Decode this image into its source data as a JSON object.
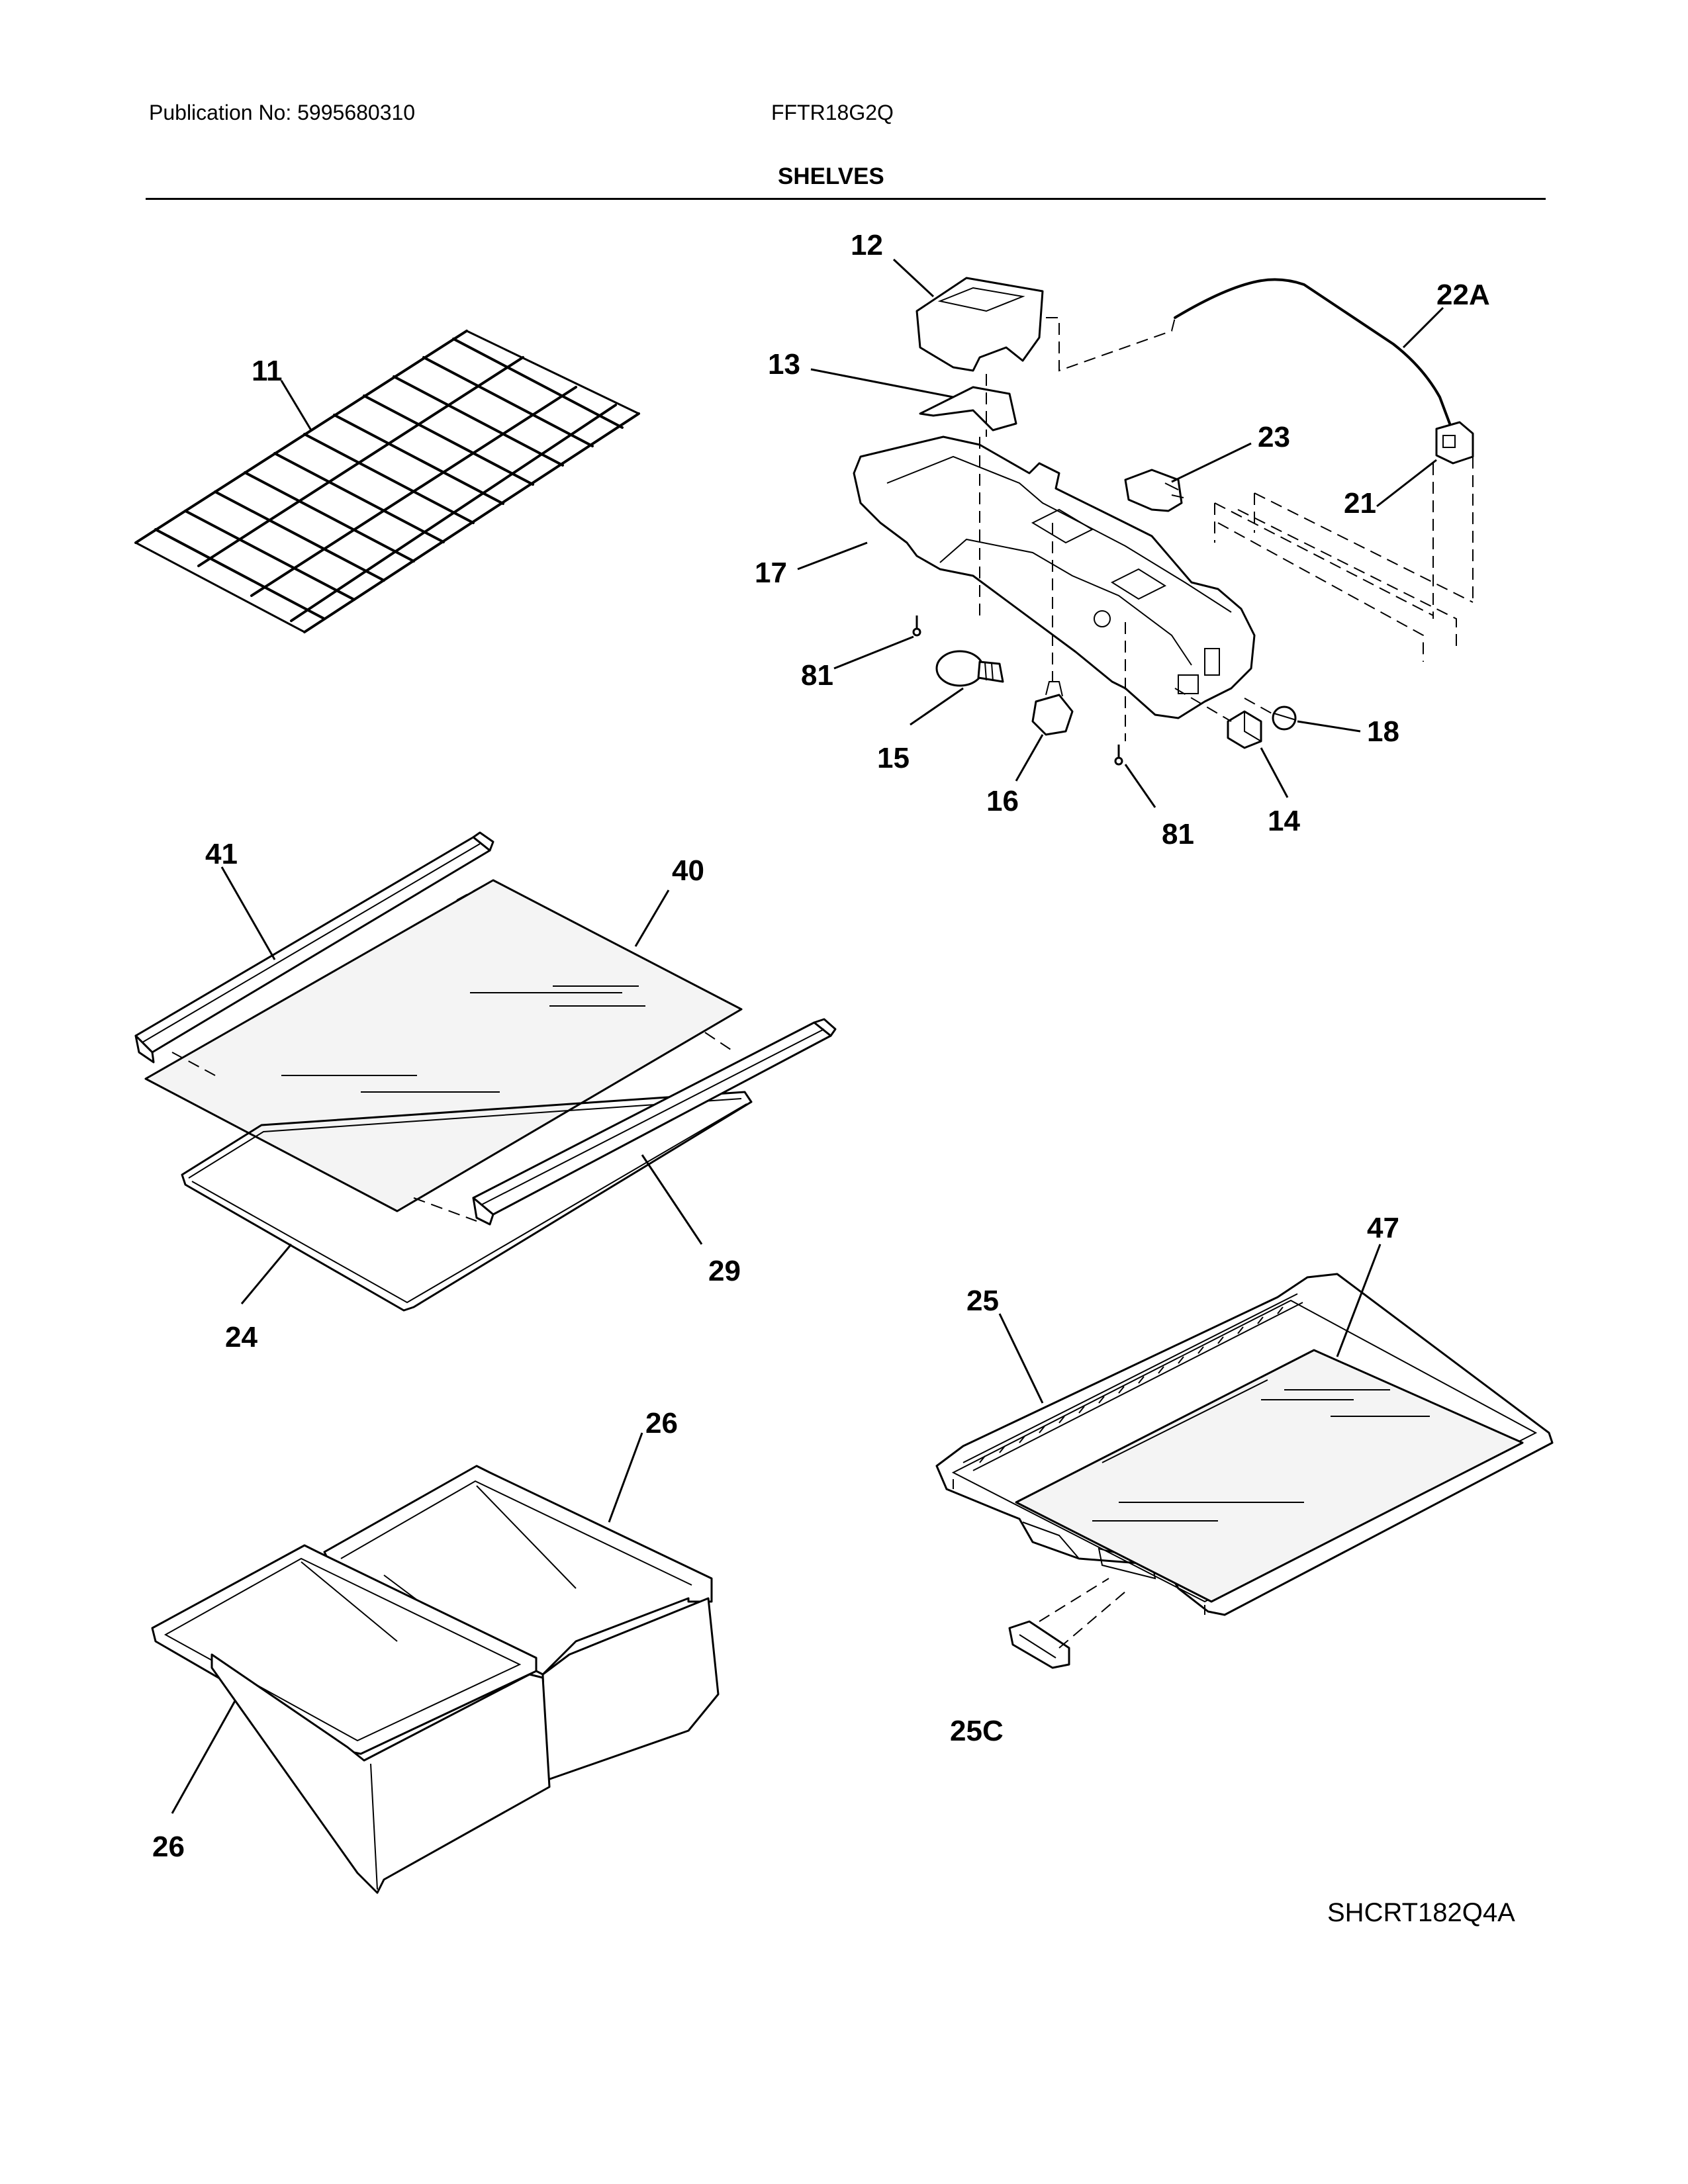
{
  "header": {
    "publication": "Publication No: 5995680310",
    "model": "FFTR18G2Q",
    "section_title": "SHELVES"
  },
  "callouts": {
    "c11": "11",
    "c12": "12",
    "c13": "13",
    "c22a": "22A",
    "c23": "23",
    "c21": "21",
    "c17": "17",
    "c81a": "81",
    "c15": "15",
    "c16": "16",
    "c81b": "81",
    "c14": "14",
    "c18": "18",
    "c41": "41",
    "c40": "40",
    "c29": "29",
    "c24": "24",
    "c47": "47",
    "c25": "25",
    "c25c": "25C",
    "c26a": "26",
    "c26b": "26"
  },
  "footer": {
    "drawing_code": "SHCRT182Q4A"
  }
}
